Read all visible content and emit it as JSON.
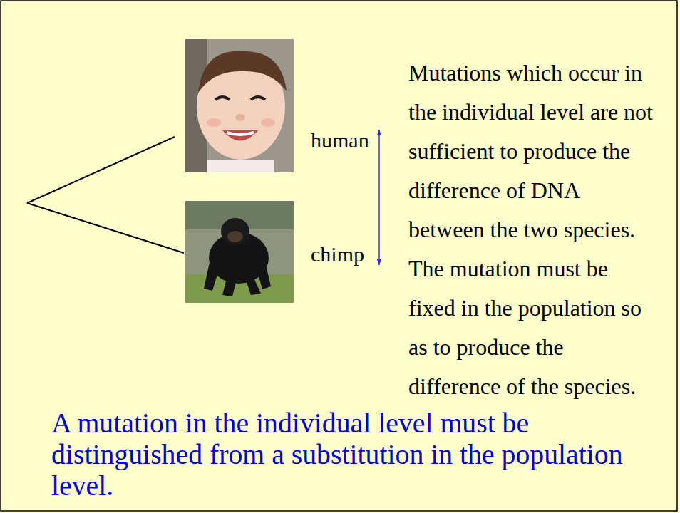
{
  "diagram": {
    "nodes": [
      {
        "text": [
          "human"
        ]
      },
      {
        "text": [
          "chimp"
        ]
      }
    ],
    "edges": [
      {
        "from": 0,
        "to": 1,
        "arrow": "both"
      }
    ],
    "labels": [
      "Mutations which occur in the individual level are not sufficient to produce the difference of DNA between the two species. The mutation must be fixed in the population so as to produce the difference of the species.",
      "A mutation in the individual level must be distinguished from a substitution in the population level."
    ]
  }
}
